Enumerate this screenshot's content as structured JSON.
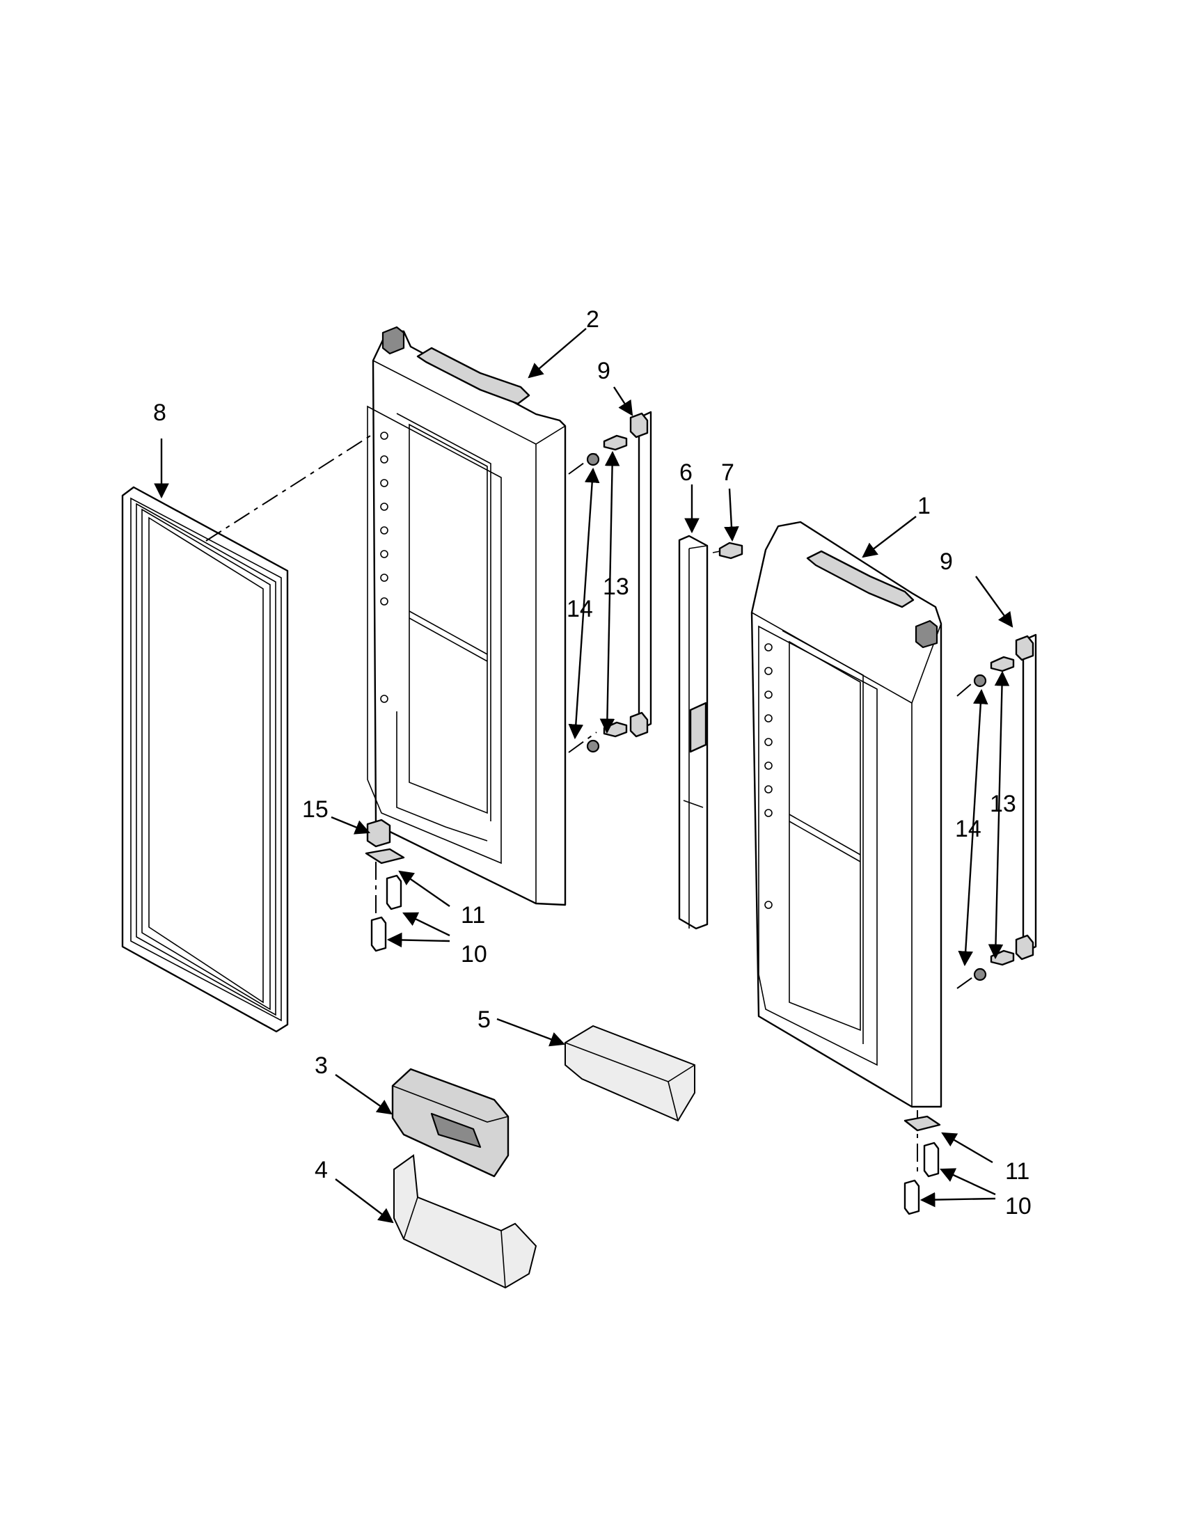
{
  "callouts": {
    "c1": "1",
    "c2": "2",
    "c3": "3",
    "c4": "4",
    "c5": "5",
    "c6": "6",
    "c7": "7",
    "c8": "8",
    "c9_left": "9",
    "c9_right": "9",
    "c10_left": "10",
    "c10_right": "10",
    "c11_left": "11",
    "c11_right": "11",
    "c13_left": "13",
    "c13_right": "13",
    "c14_left": "14",
    "c14_right": "14",
    "c15": "15"
  }
}
